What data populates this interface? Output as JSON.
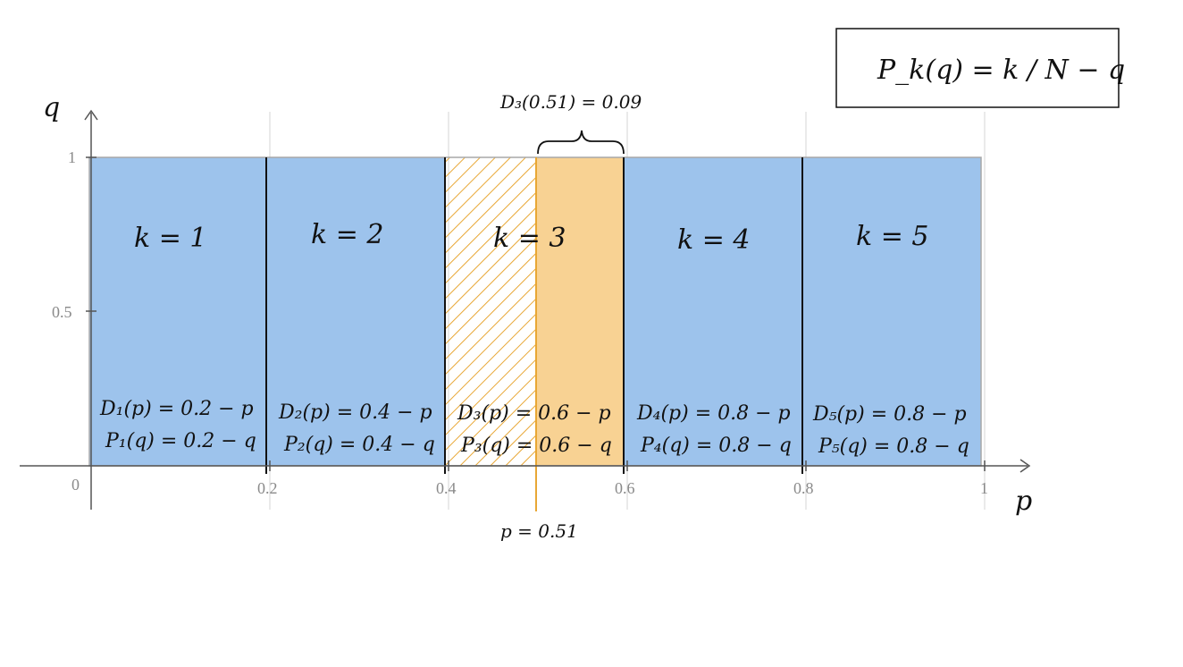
{
  "formula_box": "P_k(q) = k / N − q",
  "axes": {
    "x_label": "p",
    "y_label": "q",
    "x_ticks": [
      "0",
      "0.2",
      "0.4",
      "0.6",
      "0.8",
      "1"
    ],
    "y_ticks": [
      "1",
      "0.5"
    ]
  },
  "regions": [
    {
      "label": "k = 1",
      "d_formula": "D₁(p) = 0.2 − p",
      "p_formula": "P₁(q) = 0.2 − q"
    },
    {
      "label": "k = 2",
      "d_formula": "D₂(p) = 0.4 − p",
      "p_formula": "P₂(q) = 0.4 − q"
    },
    {
      "label": "k = 3",
      "d_formula": "D₃(p) = 0.6 − p",
      "p_formula": "P₃(q) = 0.6 − q"
    },
    {
      "label": "k = 4",
      "d_formula": "D₄(p) = 0.8 − p",
      "p_formula": "P₄(q) = 0.8 − q"
    },
    {
      "label": "k = 5",
      "d_formula": "D₅(p) = 0.8 − p",
      "p_formula": "P₅(q) = 0.8 − q"
    }
  ],
  "annotation_top": "D₃(0.51) = 0.09",
  "annotation_bottom": "p = 0.51",
  "colors": {
    "blue_fill": "#9dc3ec",
    "orange_fill": "#f8d293",
    "orange_line": "#e8a735",
    "grid": "#e3e3e3"
  }
}
